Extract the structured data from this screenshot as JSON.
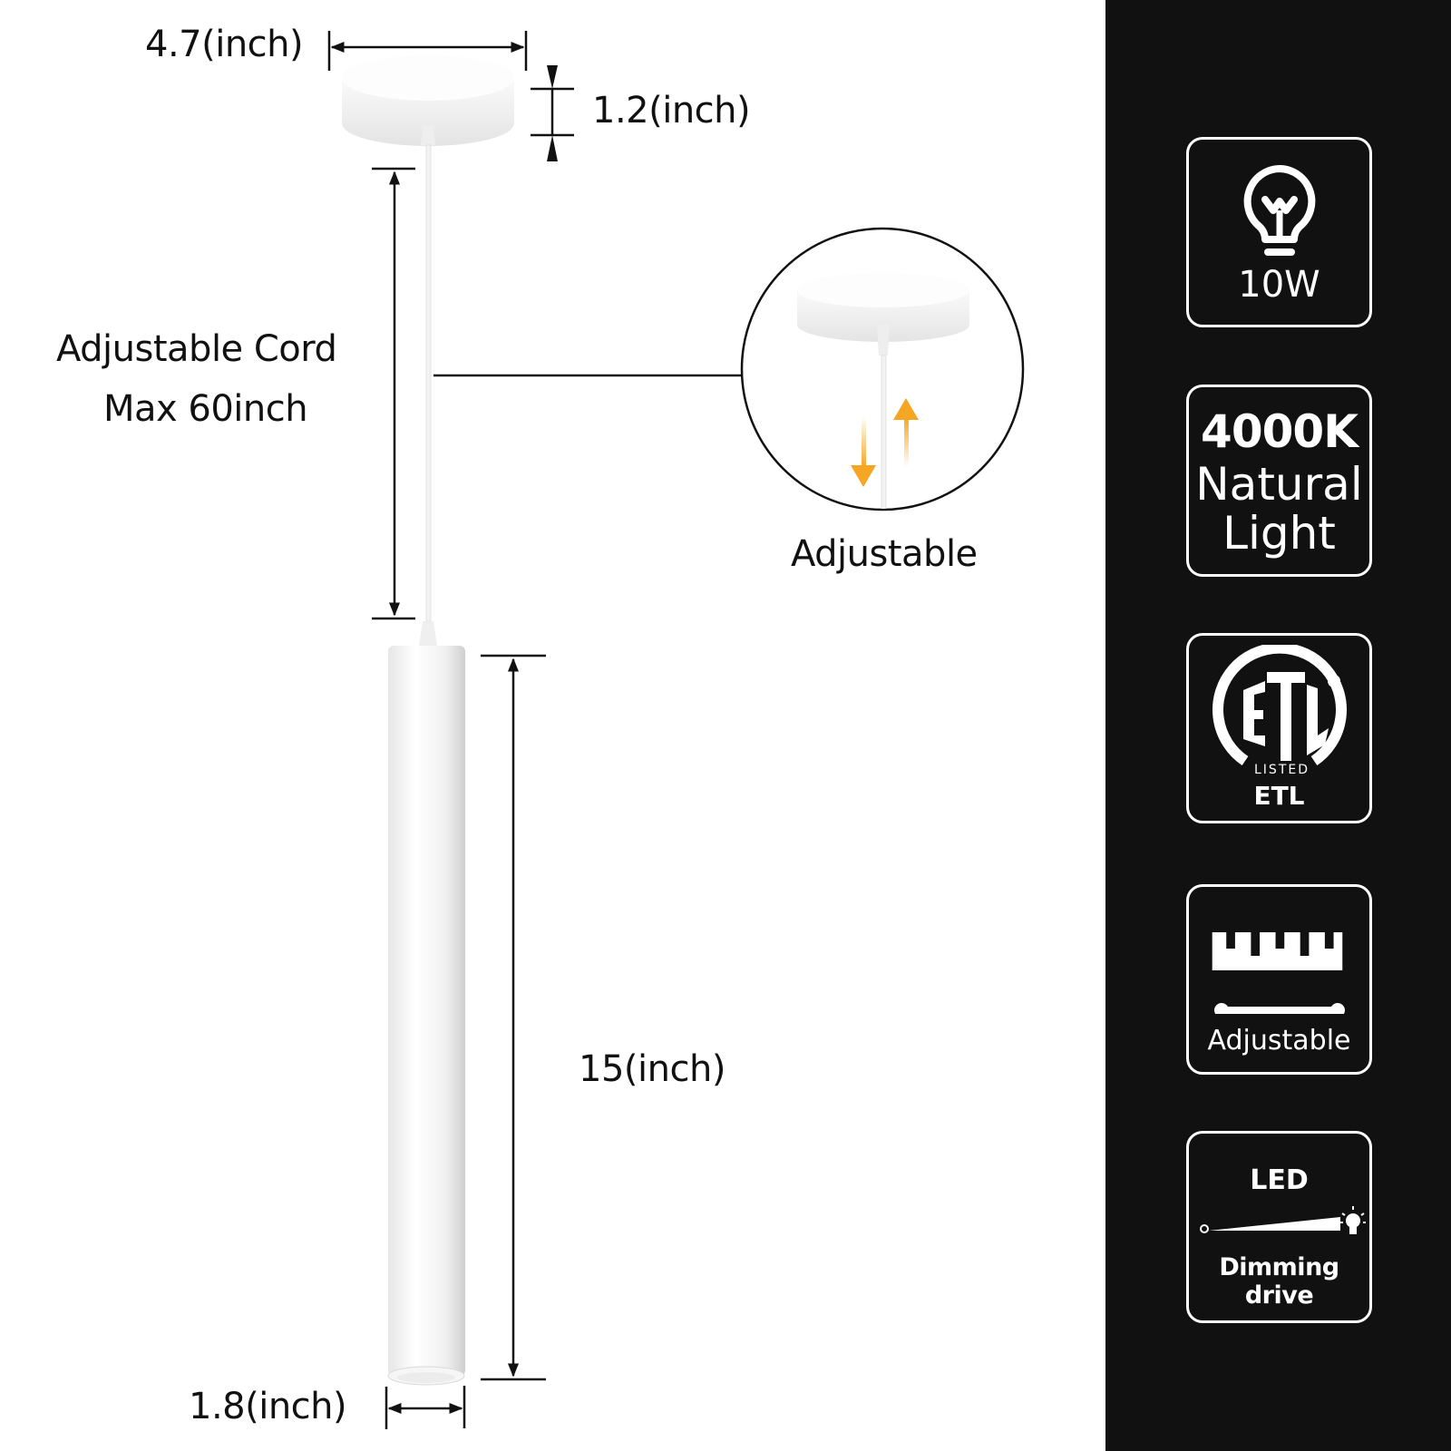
{
  "dimensions": {
    "canopy_width": "4.7(inch)",
    "canopy_height": "1.2(inch)",
    "cord_label_line1": "Adjustable Cord",
    "cord_label_line2": "Max 60inch",
    "tube_length": "15(inch)",
    "tube_diameter": "1.8(inch)"
  },
  "detail_callout": {
    "label": "Adjustable",
    "arrow_color": "#F5A623"
  },
  "features": [
    {
      "icon": "light-bulb-icon",
      "label": "10W"
    },
    {
      "icon": "text-icon",
      "line1": "4000K",
      "line2": "Natural",
      "line3": "Light"
    },
    {
      "icon": "etl-listed-icon",
      "mark_text": "LISTED",
      "label": "ETL"
    },
    {
      "icon": "ruler-icon",
      "label": "Adjustable"
    },
    {
      "icon": "dimmer-icon",
      "title": "LED",
      "label": "Dimming drive"
    }
  ],
  "colors": {
    "panel_bg": "#111111",
    "badge_border": "#ffffff",
    "fixture": "#f2f2f2",
    "accent": "#F5A623"
  }
}
